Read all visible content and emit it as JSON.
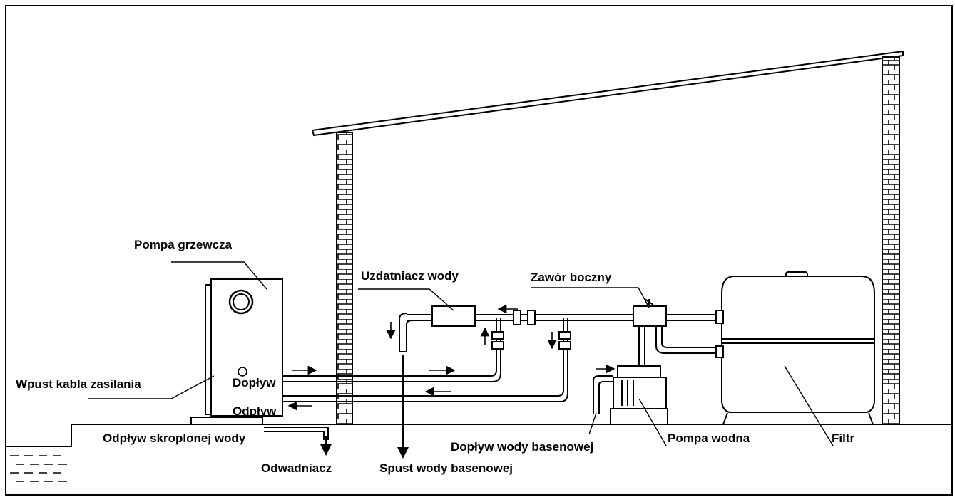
{
  "labels": {
    "heat_pump": "Pompa grzewcza",
    "water_treatment": "Uzdatniacz wody",
    "bypass_valve": "Zawór boczny",
    "power_cable_inlet": "Wpust kabla zasilania",
    "inflow": "Dopływ",
    "outflow": "Odpływ",
    "condensate_drain": "Odpływ skroplonej wody",
    "drain": "Odwadniacz",
    "pool_water_drain": "Spust wody basenowej",
    "pool_water_inflow": "Dopływ wody basenowej",
    "water_pump": "Pompa wodna",
    "filter": "Filtr"
  }
}
